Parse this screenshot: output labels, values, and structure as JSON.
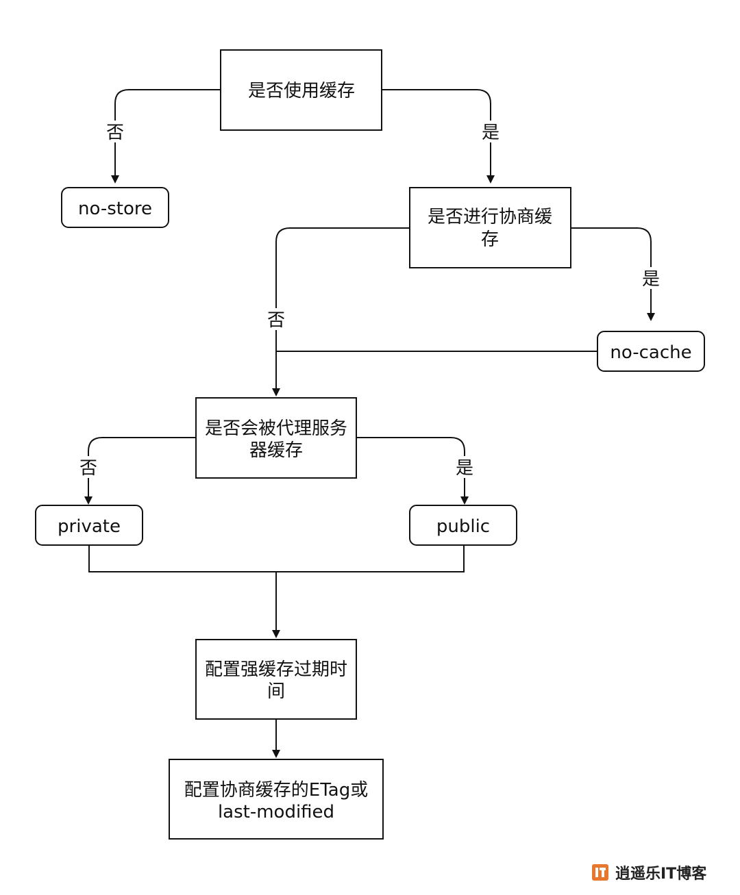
{
  "nodes": {
    "use_cache": "是否使用缓存",
    "no_store": "no-store",
    "negotiate": [
      "是否进行协商缓",
      "存"
    ],
    "no_cache": "no-cache",
    "proxy": [
      "是否会被代理服务",
      "器缓存"
    ],
    "private": "private",
    "public": "public",
    "strong": [
      "配置强缓存过期时",
      "间"
    ],
    "etag": [
      "配置协商缓存的ETag或",
      "last-modified"
    ]
  },
  "edge_labels": {
    "yes": "是",
    "no": "否"
  },
  "watermark": {
    "text": "逍遥乐IT博客"
  },
  "colors": {
    "stroke": "#111111",
    "watermark_accent": "#e8772e"
  }
}
